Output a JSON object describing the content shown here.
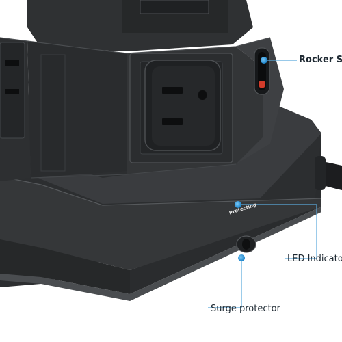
{
  "callouts": {
    "rocker_switch": "Rocker Swi",
    "led_indicator": "LED Indicato",
    "surge_protector": "Surge protector"
  },
  "device_text": {
    "protecting": "Protecting"
  },
  "colors": {
    "background": "#ffffff",
    "body_dark": "#2e3033",
    "body_mid": "#3a3c3f",
    "body_edge": "#5a5d61",
    "outlet_face": "#222426",
    "callout_dot": "#2e9be0",
    "callout_line": "#5aa9dc"
  }
}
